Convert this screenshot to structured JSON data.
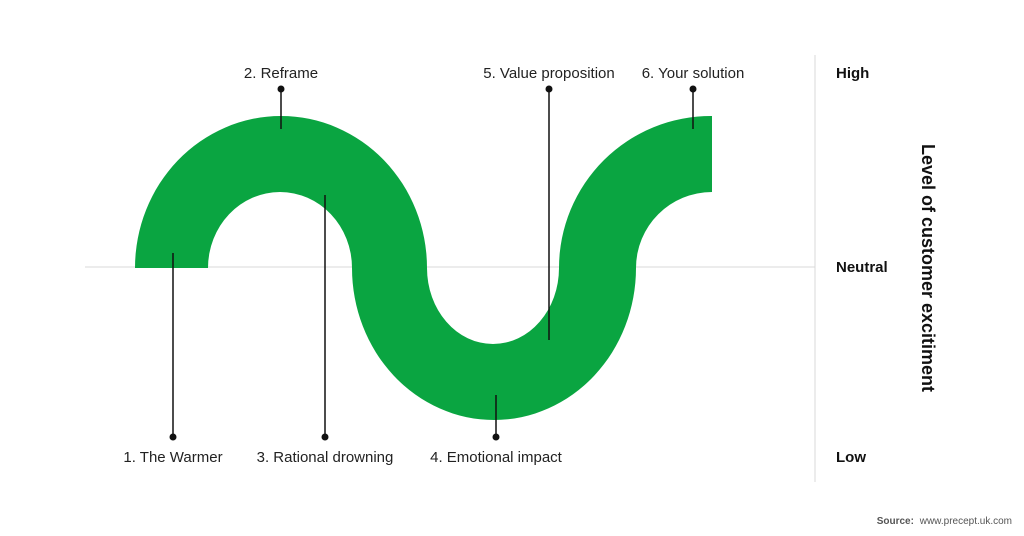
{
  "diagram": {
    "stages": [
      {
        "label": "1. The Warmer"
      },
      {
        "label": "2. Reframe"
      },
      {
        "label": "3. Rational drowning"
      },
      {
        "label": "4. Emotional impact"
      },
      {
        "label": "5. Value proposition"
      },
      {
        "label": "6. Your solution"
      }
    ],
    "levels": {
      "high": "High",
      "neutral": "Neutral",
      "low": "Low"
    },
    "axis_title": "Level of customer excitiment",
    "source_label": "Source:",
    "source_url": "www.precept.uk.com"
  },
  "colors": {
    "band": "#0aa541",
    "line": "#111111",
    "baseline": "#d9d9d9"
  }
}
